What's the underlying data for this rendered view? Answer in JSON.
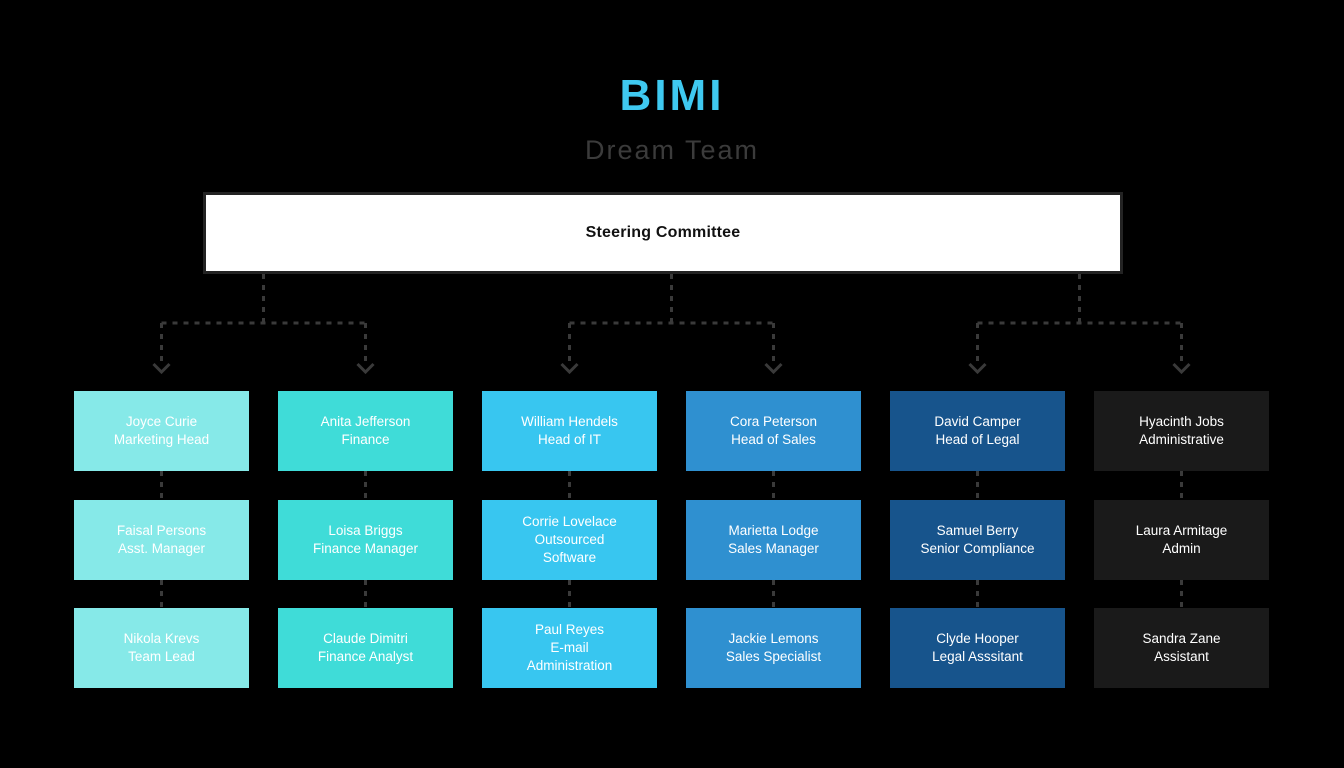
{
  "header": {
    "title": "BIMI",
    "subtitle": "Dream Team",
    "title_color": "#3FC9F0",
    "subtitle_color": "#3B3B3B"
  },
  "root": {
    "label": "Steering Committee",
    "background": "#FFFFFF",
    "text_color": "#111111",
    "border_color": "#232323"
  },
  "background_color": "#000000",
  "connector": {
    "color": "#3A3A3A",
    "style": "dashed",
    "arrow": "down-arrow"
  },
  "columns": [
    {
      "id": "marketing",
      "color": "#86E9E8",
      "text_color": "#FFFFFF",
      "cards": [
        {
          "name": "Joyce Curie",
          "role": "Marketing Head"
        },
        {
          "name": "Faisal Persons",
          "role": "Asst. Manager"
        },
        {
          "name": "Nikola Krevs",
          "role": "Team Lead"
        }
      ]
    },
    {
      "id": "finance",
      "color": "#3FDCD8",
      "text_color": "#FFFFFF",
      "cards": [
        {
          "name": "Anita Jefferson",
          "role": "Finance"
        },
        {
          "name": "Loisa Briggs",
          "role": "Finance Manager"
        },
        {
          "name": "Claude Dimitri",
          "role": "Finance Analyst"
        }
      ]
    },
    {
      "id": "it",
      "color": "#38C6F0",
      "text_color": "#FFFFFF",
      "cards": [
        {
          "name": "William Hendels",
          "role": "Head of IT"
        },
        {
          "name": "Corrie Lovelace",
          "role": "Outsourced",
          "role2": "Software"
        },
        {
          "name": "Paul Reyes",
          "role": "E-mail",
          "role2": "Administration"
        }
      ]
    },
    {
      "id": "sales",
      "color": "#2F90D0",
      "text_color": "#FFFFFF",
      "cards": [
        {
          "name": "Cora Peterson",
          "role": "Head of Sales"
        },
        {
          "name": "Marietta Lodge",
          "role": "Sales Manager"
        },
        {
          "name": "Jackie Lemons",
          "role": "Sales Specialist"
        }
      ]
    },
    {
      "id": "legal",
      "color": "#17548C",
      "text_color": "#FFFFFF",
      "cards": [
        {
          "name": "David Camper",
          "role": "Head of Legal"
        },
        {
          "name": "Samuel Berry",
          "role": "Senior Compliance"
        },
        {
          "name": "Clyde Hooper",
          "role": "Legal Asssitant"
        }
      ]
    },
    {
      "id": "administrative",
      "color": "#1A1A1A",
      "text_color": "#FFFFFF",
      "cards": [
        {
          "name": "Hyacinth Jobs",
          "role": "Administrative"
        },
        {
          "name": "Laura Armitage",
          "role": "Admin"
        },
        {
          "name": "Sandra Zane",
          "role": "Assistant"
        }
      ]
    }
  ]
}
